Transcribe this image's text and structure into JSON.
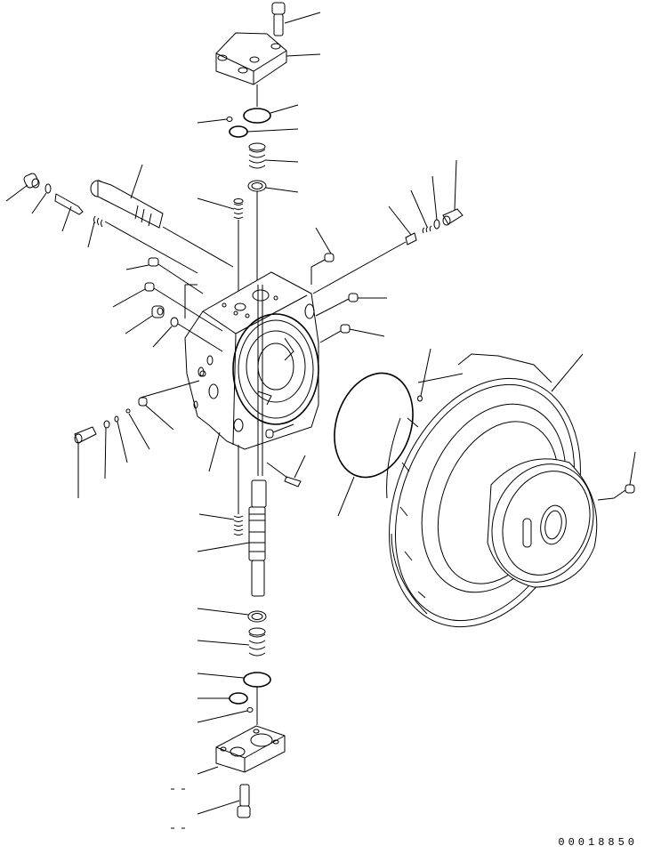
{
  "diagram": {
    "type": "exploded-parts-view",
    "background": "#ffffff",
    "line_color": "#000000",
    "document_number": "00018850",
    "components": [
      {
        "id": "top-bolt",
        "icon": "socket-bolt-icon"
      },
      {
        "id": "top-cover",
        "icon": "cover-plate-icon"
      },
      {
        "id": "top-o-ring-large",
        "icon": "o-ring-icon"
      },
      {
        "id": "top-o-ring-small",
        "icon": "o-ring-icon"
      },
      {
        "id": "top-small-ball",
        "icon": "ball-icon"
      },
      {
        "id": "top-spring",
        "icon": "spring-icon"
      },
      {
        "id": "top-washer",
        "icon": "washer-icon"
      },
      {
        "id": "small-spring-upper",
        "icon": "spring-icon"
      },
      {
        "id": "long-pin",
        "icon": "pin-icon"
      },
      {
        "id": "left-plug",
        "icon": "plug-icon"
      },
      {
        "id": "left-o-ring",
        "icon": "o-ring-icon"
      },
      {
        "id": "left-poppet",
        "icon": "poppet-icon"
      },
      {
        "id": "left-spring",
        "icon": "spring-icon"
      },
      {
        "id": "valve-body",
        "icon": "valve-body-icon"
      },
      {
        "id": "spool",
        "icon": "spool-icon"
      },
      {
        "id": "lower-spring-small",
        "icon": "spring-icon"
      },
      {
        "id": "bottom-washer",
        "icon": "washer-icon"
      },
      {
        "id": "bottom-spring",
        "icon": "spring-icon"
      },
      {
        "id": "bottom-o-ring-large",
        "icon": "o-ring-icon"
      },
      {
        "id": "bottom-o-ring-small",
        "icon": "o-ring-icon"
      },
      {
        "id": "bottom-ball",
        "icon": "ball-icon"
      },
      {
        "id": "bottom-cover",
        "icon": "cover-plate-icon"
      },
      {
        "id": "bottom-bolt",
        "icon": "socket-bolt-icon"
      },
      {
        "id": "right-fitting",
        "icon": "fitting-icon"
      },
      {
        "id": "large-o-ring",
        "icon": "o-ring-icon"
      },
      {
        "id": "motor-housing",
        "icon": "motor-housing-icon"
      },
      {
        "id": "housing-plug",
        "icon": "plug-icon"
      }
    ]
  }
}
